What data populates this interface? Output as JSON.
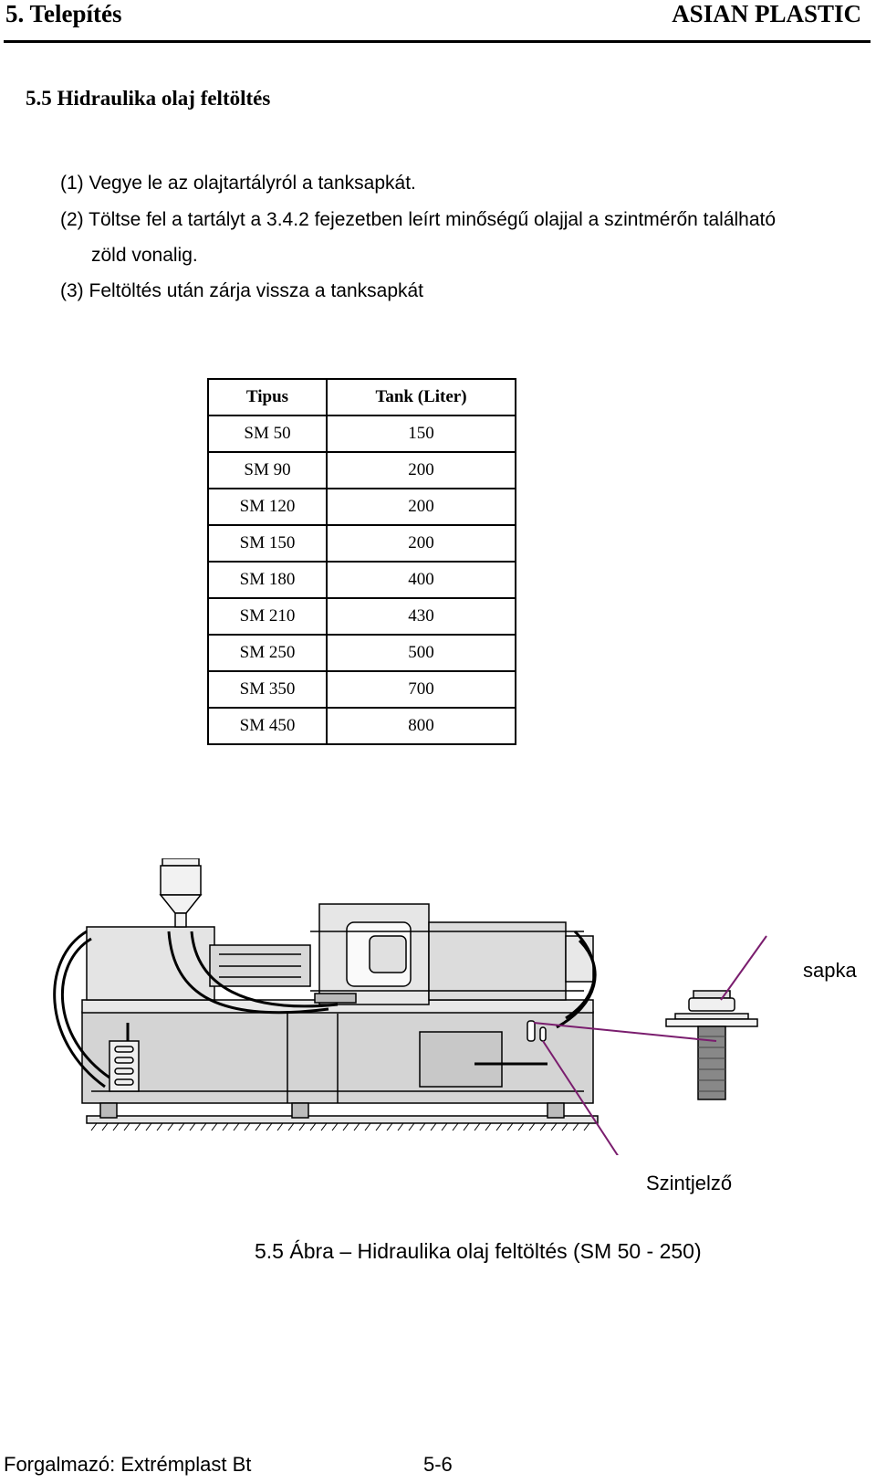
{
  "header": {
    "chapter": "5. Telepítés",
    "brand": "ASIAN PLASTIC"
  },
  "section": {
    "title": "5.5 Hidraulika olaj feltöltés"
  },
  "steps": [
    "(1) Vegye le az olajtartályról a tanksapkát.",
    "(2) Töltse fel a tartályt a 3.4.2 fejezetben leírt minőségű olajjal a szintmérőn található",
    "zöld vonalig.",
    "(3) Feltöltés után zárja vissza a tanksapkát"
  ],
  "table": {
    "headers": [
      "Tipus",
      "Tank (Liter)"
    ],
    "rows": [
      [
        "SM 50",
        "150"
      ],
      [
        "SM 90",
        "200"
      ],
      [
        "SM 120",
        "200"
      ],
      [
        "SM 150",
        "200"
      ],
      [
        "SM 180",
        "400"
      ],
      [
        "SM 210",
        "430"
      ],
      [
        "SM 250",
        "500"
      ],
      [
        "SM 350",
        "700"
      ],
      [
        "SM 450",
        "800"
      ]
    ]
  },
  "figure": {
    "label_cap": "sapka",
    "label_level": "Szintjelző",
    "caption": "5.5 Ábra – Hidraulika olaj feltöltés (SM 50 - 250)",
    "pointer_color": "#7a1d6e"
  },
  "footer": {
    "distributor": "Forgalmazó: Extrémplast Bt",
    "page": "5-6"
  }
}
